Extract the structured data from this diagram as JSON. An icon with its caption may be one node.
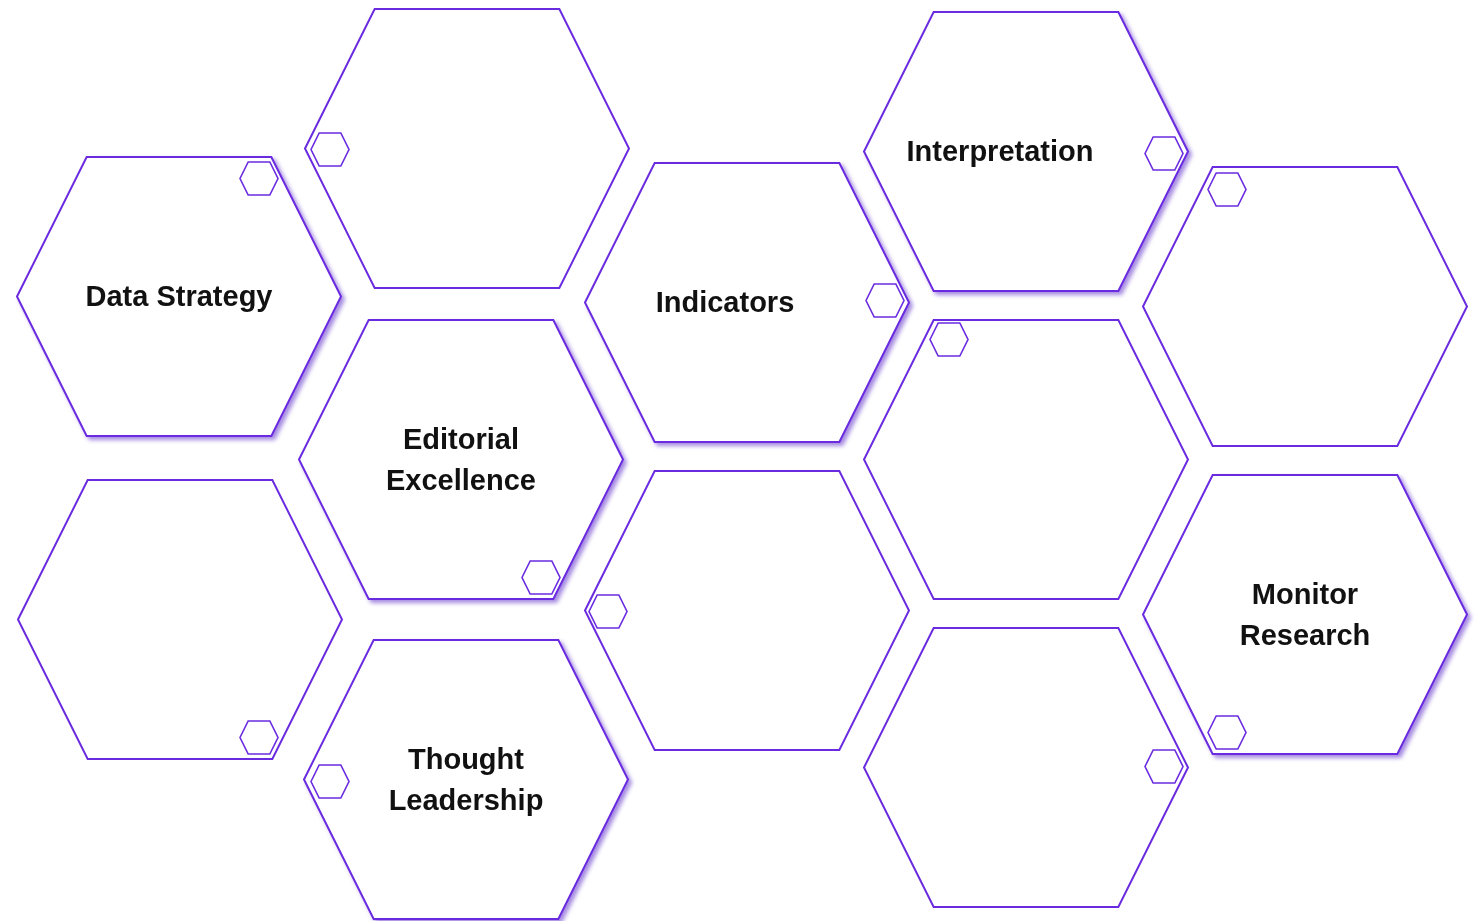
{
  "diagram": {
    "nodes": [
      {
        "text": [
          "Data Strategy"
        ]
      },
      {
        "text": [],
        "shape": "hexagon"
      },
      {
        "text": [],
        "shape": "hexagon"
      },
      {
        "text": [
          "Editorial Excellence"
        ]
      },
      {
        "text": [
          "Thought Leadership"
        ]
      },
      {
        "text": [
          "Indicators"
        ]
      },
      {
        "text": [],
        "shape": "hexagon"
      },
      {
        "text": [
          "Interpretation"
        ]
      },
      {
        "text": [],
        "shape": "hexagon"
      },
      {
        "text": [],
        "shape": "hexagon"
      },
      {
        "text": [],
        "shape": "hexagon"
      },
      {
        "text": [
          "Monitor Research"
        ]
      }
    ]
  }
}
